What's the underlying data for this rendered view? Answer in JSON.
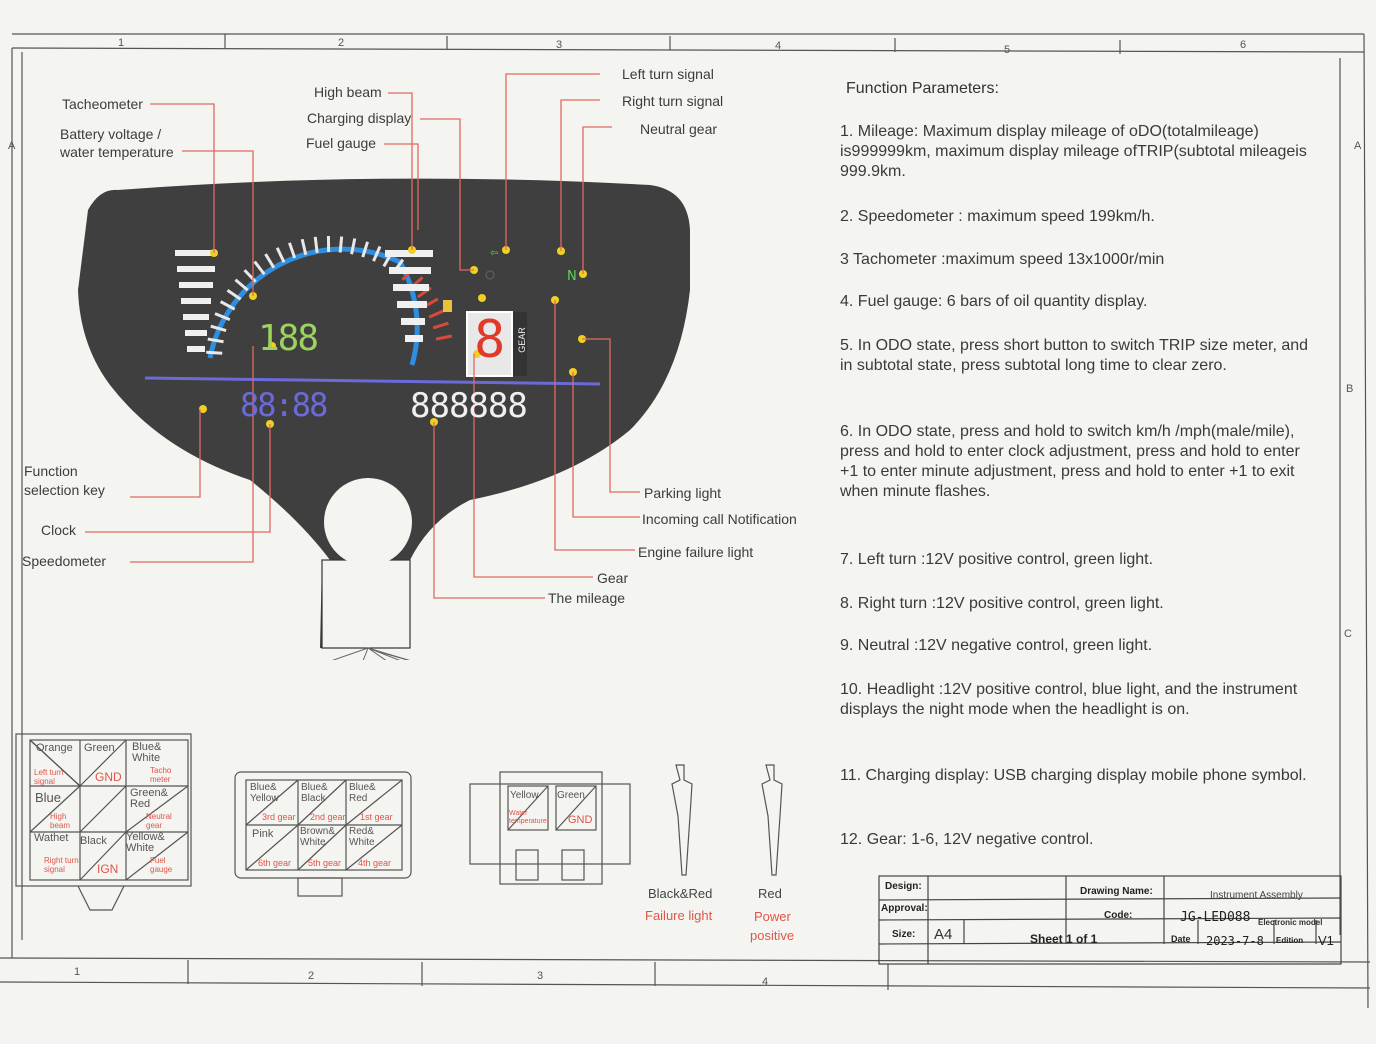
{
  "ruler": {
    "top": [
      "1",
      "2",
      "3",
      "4",
      "5",
      "6"
    ],
    "bottom": [
      "1",
      "2",
      "3",
      "4"
    ],
    "side": [
      "A",
      "A",
      "B",
      "C"
    ]
  },
  "dash_labels": {
    "tachometer": "Tacheometer",
    "battery_line1": "Battery voltage /",
    "battery_line2": "water temperature",
    "high_beam": "High beam",
    "charging_display": "Charging display",
    "fuel_gauge": "Fuel gauge",
    "left_turn": "Left turn signal",
    "right_turn": "Right turn signal",
    "neutral": "Neutral gear",
    "function_key_line1": "Function",
    "function_key_line2": "selection key",
    "clock": "Clock",
    "speedometer": "Speedometer",
    "parking_light": "Parking light",
    "incoming_call": "Incoming call Notification",
    "engine_failure": "Engine failure light",
    "gear": "Gear",
    "mileage": "The mileage"
  },
  "display": {
    "speed": "188",
    "gear_digit": "8",
    "gear_word": "GEAR",
    "clock": "88:88",
    "odometer": "888888"
  },
  "params": {
    "title": "Function Parameters:",
    "items": [
      "1. Mileage: Maximum display mileage of oDO(totalmileage) is999999km, maximum display mileage ofTRIP(subtotal mileageis 999.9km.",
      "2. Speedometer : maximum speed 199km/h.",
      "3 Tachometer :maximum speed 13x1000r/min",
      "4. Fuel gauge: 6 bars of oil quantity display.",
      "5. In ODO state, press short button to switch TRIP size meter, and in subtotal state, press subtotal long time to clear zero.",
      "6. In ODO state, press and hold to switch km/h /mph(male/mile), press and hold to enter clock adjustment, press and hold to enter +1 to enter minute adjustment, press and hold to enter +1 to exit when minute flashes.",
      "7. Left turn :12V positive control, green light.",
      "8. Right turn :12V positive control, green light.",
      "9. Neutral :12V negative control, green light.",
      "10. Headlight :12V positive control, blue light, and the instrument displays the night mode when the headlight is on.",
      "11. Charging display: USB charging display mobile phone symbol.",
      "12. Gear: 1-6, 12V negative control."
    ]
  },
  "connector1": {
    "rows": [
      [
        "Orange",
        "Green",
        "Blue& White"
      ],
      [
        "Blue",
        "",
        "Green& Red"
      ],
      [
        "Wathet",
        "Black",
        "Yellow& White"
      ]
    ],
    "functions": [
      [
        "Left turn signal",
        "GND",
        "Tacho meter"
      ],
      [
        "",
        "",
        "Neutral gear"
      ],
      [
        "High beam",
        "",
        ""
      ],
      [
        "Right turn signal",
        "IGN",
        "Fuel gauge"
      ]
    ]
  },
  "connector2": {
    "rows": [
      [
        "Blue& Yellow",
        "Blue& Black",
        "Blue& Red"
      ],
      [
        "Pink",
        "Brown& White",
        "Red& White"
      ]
    ],
    "functions": [
      [
        "3rd gear",
        "2nd gear",
        "1st gear"
      ],
      [
        "6th gear",
        "5th gear",
        "4th gear"
      ]
    ]
  },
  "connector3": {
    "wires": [
      "Yellow",
      "Green"
    ],
    "functions": [
      "Water temperature",
      "GND"
    ]
  },
  "terminals": [
    {
      "wire": "Black&Red",
      "function": "Failure light"
    },
    {
      "wire": "Red",
      "function_line1": "Power",
      "function_line2": "positive"
    }
  ],
  "title_block": {
    "design_label": "Design:",
    "approval_label": "Approval:",
    "size_label": "Size:",
    "size_value": "A4",
    "sheet": "Sheet 1 of 1",
    "drawing_name_label": "Drawing Name:",
    "drawing_name_value": "Instrument Assembly",
    "code_label": "Code:",
    "code_value": "JG-LED088",
    "code_note": "Electronic model",
    "date_label": "Date",
    "date_value": "2023-7-8",
    "edition_label": "Edition",
    "edition_value": "V1"
  },
  "colors": {
    "line_red": "#e06a62",
    "dash_body": "#3f3e3e",
    "speed_green": "#9bd35e",
    "tach_blue": "#2f8ee0",
    "tach_red": "#d94a3a",
    "gear_red": "#e03a2a",
    "lcd_blue": "#6a6ad8",
    "callout_dot": "#f0d020"
  }
}
